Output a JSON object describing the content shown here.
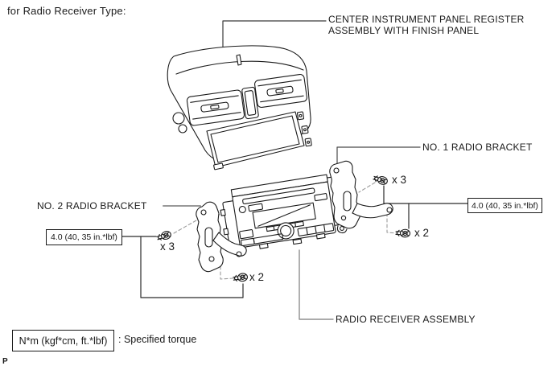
{
  "page": {
    "heading": "for Radio Receiver Type:",
    "page_marker": "P"
  },
  "labels": {
    "center_panel_line1": "CENTER INSTRUMENT PANEL REGISTER",
    "center_panel_line2": "ASSEMBLY WITH FINISH PANEL",
    "no1_bracket": "NO. 1 RADIO BRACKET",
    "no2_bracket": "NO. 2 RADIO BRACKET",
    "radio_assembly": "RADIO RECEIVER ASSEMBLY"
  },
  "torque": {
    "left_box": "4.0 (40, 35 in.*lbf)",
    "right_box": "4.0 (40, 35 in.*lbf)"
  },
  "fasteners": {
    "left_x3": "x 3",
    "left_x2": "x 2",
    "right_x3": "x 3",
    "right_x2": "x 2"
  },
  "legend": {
    "unit_box": "N*m (kgf*cm, ft.*lbf)",
    "description": ": Specified torque"
  },
  "colors": {
    "ink": "#1a1a1a",
    "leader_gray": "#999999",
    "background": "#ffffff"
  }
}
